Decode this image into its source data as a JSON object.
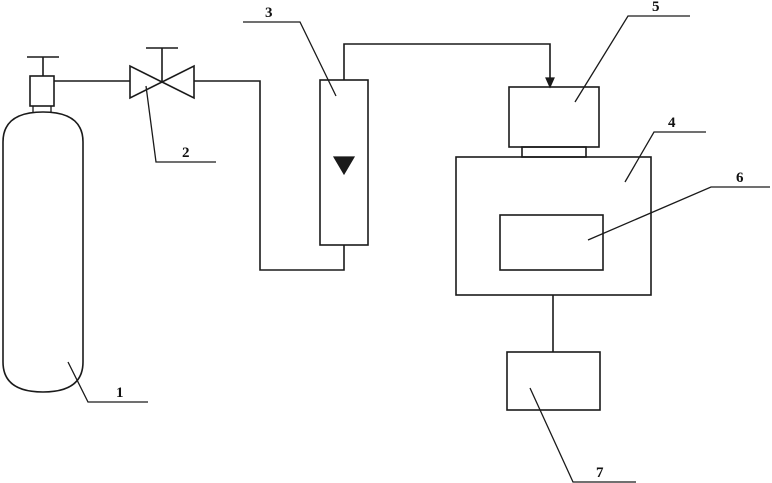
{
  "labels": {
    "l1": "1",
    "l2": "2",
    "l3": "3",
    "l4": "4",
    "l5": "5",
    "l6": "6",
    "l7": "7"
  },
  "icons": {
    "cylinder": "gas-cylinder-icon",
    "valve": "valve-icon",
    "flowmeter_float": "down-triangle-icon"
  },
  "colors": {
    "line": "#1a1a1a",
    "background": "#ffffff"
  }
}
